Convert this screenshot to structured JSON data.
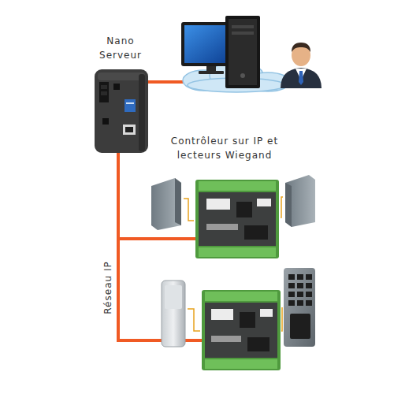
{
  "diagram": {
    "labels": [
      "Nano Serveur",
      "Contrôleur sur IP et lecteurs Wiegand",
      "Réseau IP"
    ]
  }
}
